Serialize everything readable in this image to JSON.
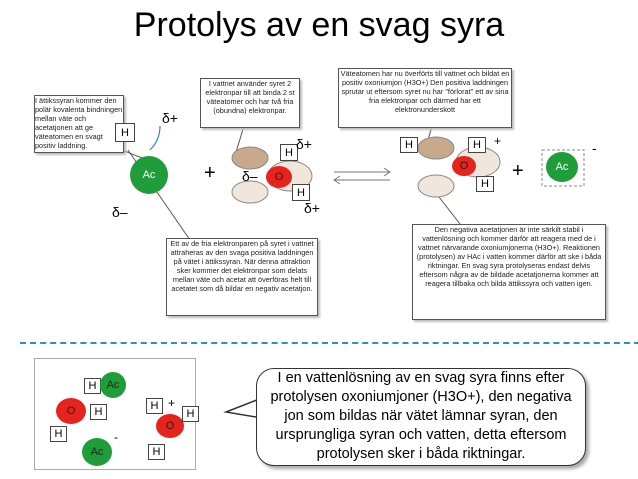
{
  "title": "Protolys av en svag syra",
  "callouts": {
    "left": "I ättikssyran kommer den polär kovalenta bindningen mellan väte och acetatjonen att ge väteatomen en svagt positiv laddning.",
    "top_mid": "I vattnet använder syret 2 elektronpar till att binda 2 st väteatomer och har två fria (obundna) elektronpar.",
    "top_right": "Väteatomen har nu överförts till vattnet och bildat en positiv oxoniumjon (H3O+) Den positiva laddningen sprutar ut eftersom syret nu har \"förlorat\" ett av sina fria elektronpar och därmed har ett elektronunderskott",
    "bottom_mid": "Ett av de fria elektronparen på syret i vattnet attraheras av den svaga positiva laddningen på vätet i ättikssyran. När denna attraktion sker kommer det elektronpar som delats mellan väte och acetat att överföras helt till acetatet som då bildar en negativ acetatjon.",
    "bottom_right": "Den negativa acetatjonen är inte särkilt stabil i vattenlösning och kommer därför att reagera med de i vattnet närvarande oxoniumjonerna (H3O+). Reaktionen (protolysen) av HAc i vatten kommer därför att ske i båda riktningar. En svag syra protolyseras endast delvis eftersom några av de bildade acetatjonerna kommer att reagera tillbaka och bilda ättikssyra och vatten igen."
  },
  "summary": "I en vattenlösning av en svag syra finns efter protolysen oxoniumjoner (H3O+), den negativa jon som bildas när vätet lämnar syran, den ursprungliga syran och vatten, detta eftersom protolysen sker i båda riktningar.",
  "labels": {
    "ac": "Ac",
    "h": "H",
    "o": "O",
    "plus": "+",
    "minus": "-",
    "delta_plus": "δ+",
    "delta_minus": "δ–"
  },
  "colors": {
    "ac_green": "#1f9d3a",
    "o_red": "#e8231e",
    "lobe_tan": "#c9a98c",
    "lobe_light": "#f0e6dc",
    "rule_blue": "#2d8fc6"
  }
}
